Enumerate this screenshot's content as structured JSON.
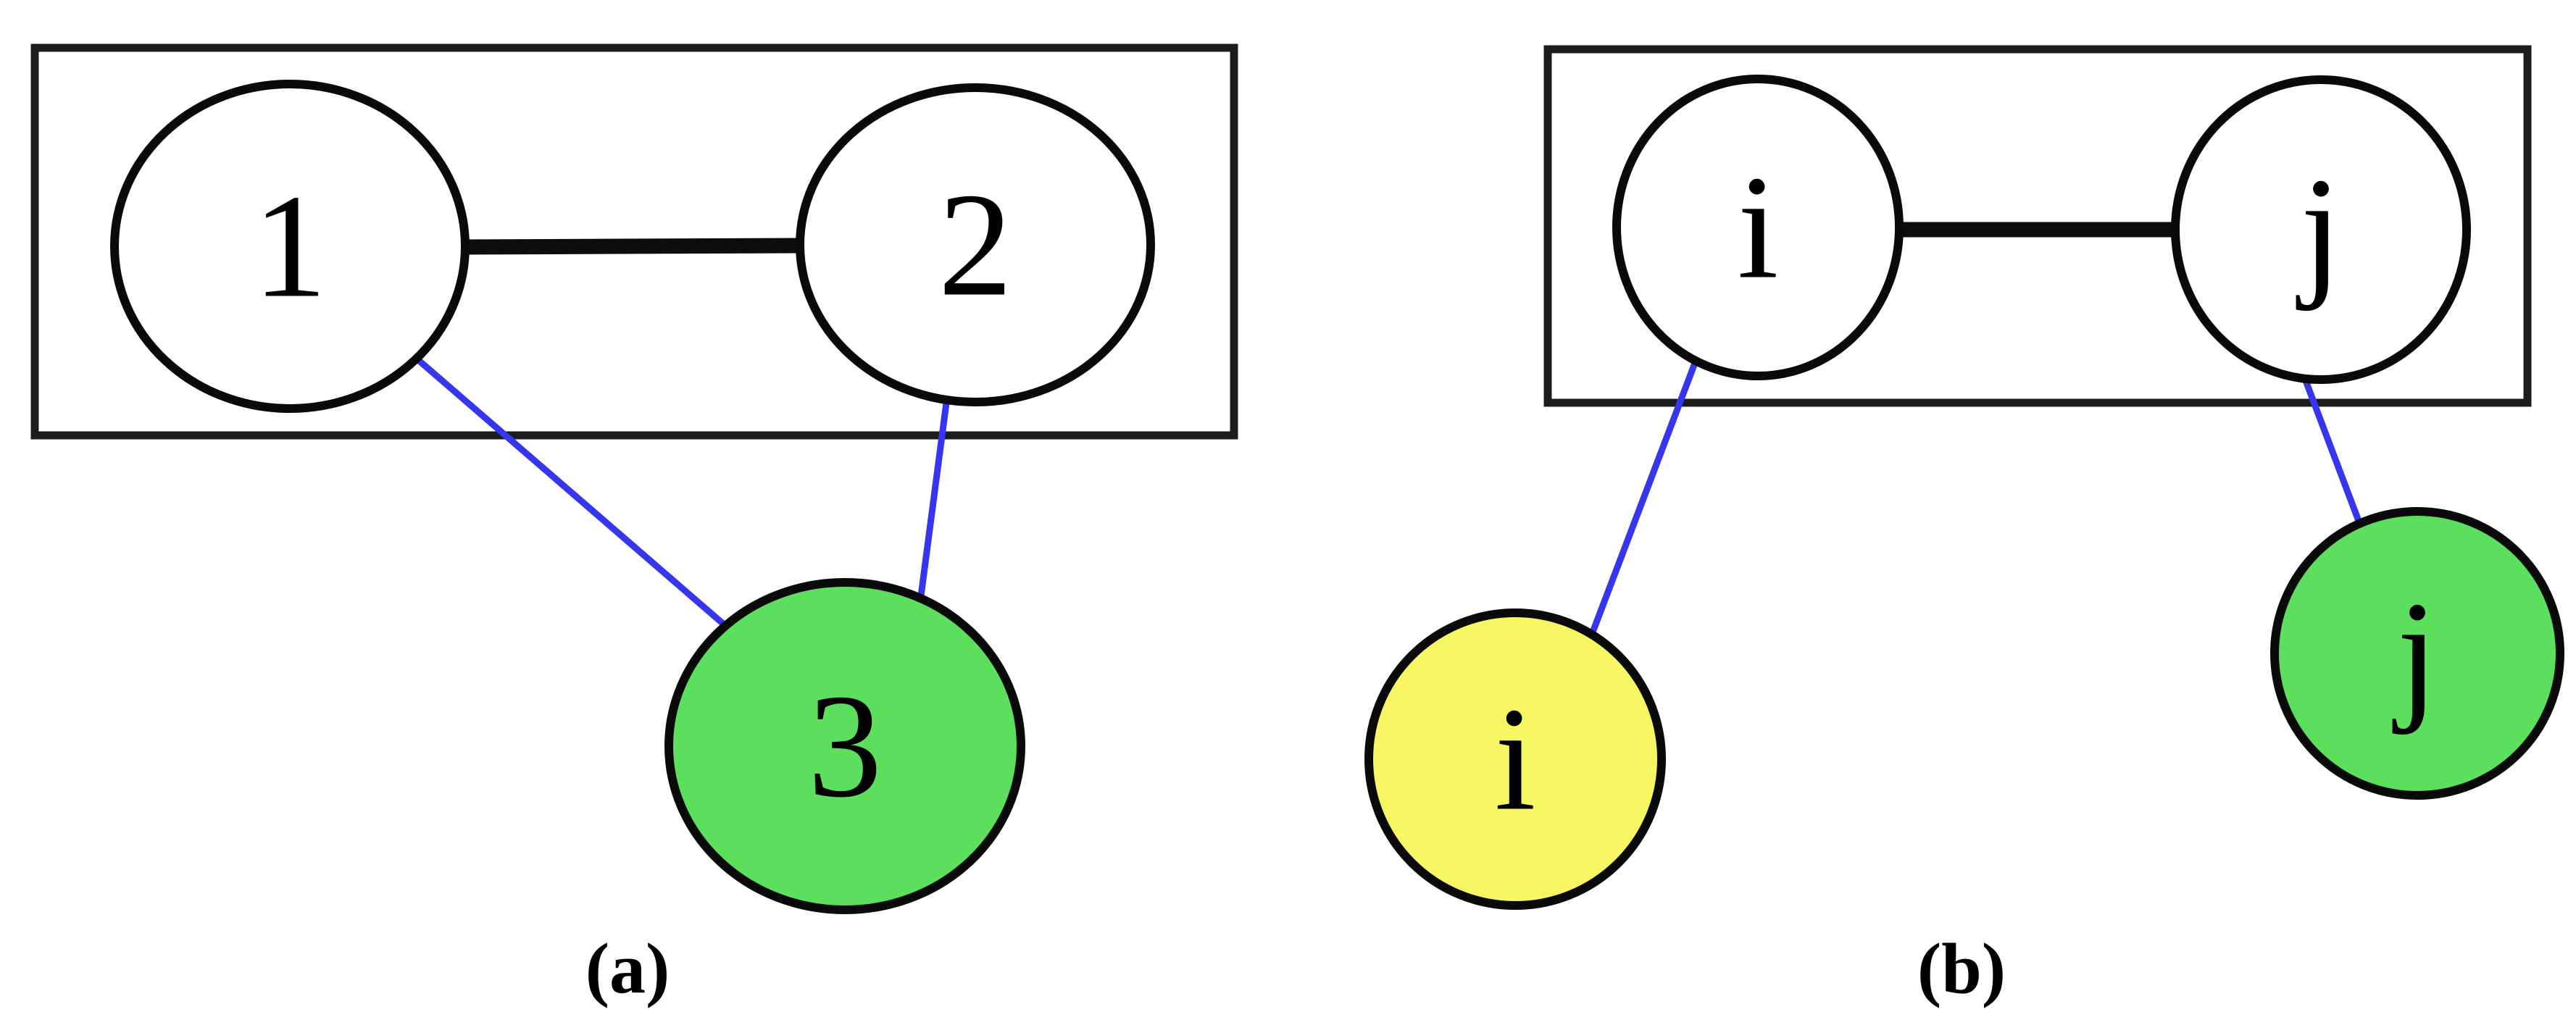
{
  "figure": {
    "description": "Two graph gadgets: panel (a) numeric nodes, panel (b) index nodes",
    "background": "#ffffff"
  },
  "colors": {
    "box_outline": "#1c1c1c",
    "node_border": "#0a0a0a",
    "thick_edge": "#0d0d0d",
    "edge_blue": "#3636ee",
    "node_white": "#ffffff",
    "node_green": "#5cdf5c",
    "node_yellow": "#f7f763",
    "label_text": "#000000"
  },
  "panels": {
    "a": {
      "caption": "(a)",
      "nodes": {
        "n1": {
          "label": "1",
          "fill": "#ffffff",
          "inside_box": true
        },
        "n2": {
          "label": "2",
          "fill": "#ffffff",
          "inside_box": true
        },
        "n3": {
          "label": "3",
          "fill": "#5cdf5c",
          "inside_box": false
        }
      },
      "edges": [
        {
          "from": "1",
          "to": "2",
          "style": "thick-black"
        },
        {
          "from": "1",
          "to": "3",
          "style": "thin-blue"
        },
        {
          "from": "2",
          "to": "3",
          "style": "thin-blue"
        }
      ]
    },
    "b": {
      "caption": "(b)",
      "nodes": {
        "i_in": {
          "label": "i",
          "fill": "#ffffff",
          "inside_box": true
        },
        "j_in": {
          "label": "j",
          "fill": "#ffffff",
          "inside_box": true
        },
        "i_out": {
          "label": "i",
          "fill": "#f7f763",
          "inside_box": false
        },
        "j_out": {
          "label": "j",
          "fill": "#5cdf5c",
          "inside_box": false
        }
      },
      "edges": [
        {
          "from": "i_in",
          "to": "j_in",
          "style": "thick-black"
        },
        {
          "from": "i_in",
          "to": "i_out",
          "style": "thin-blue"
        },
        {
          "from": "j_in",
          "to": "j_out",
          "style": "thin-blue"
        }
      ]
    }
  }
}
